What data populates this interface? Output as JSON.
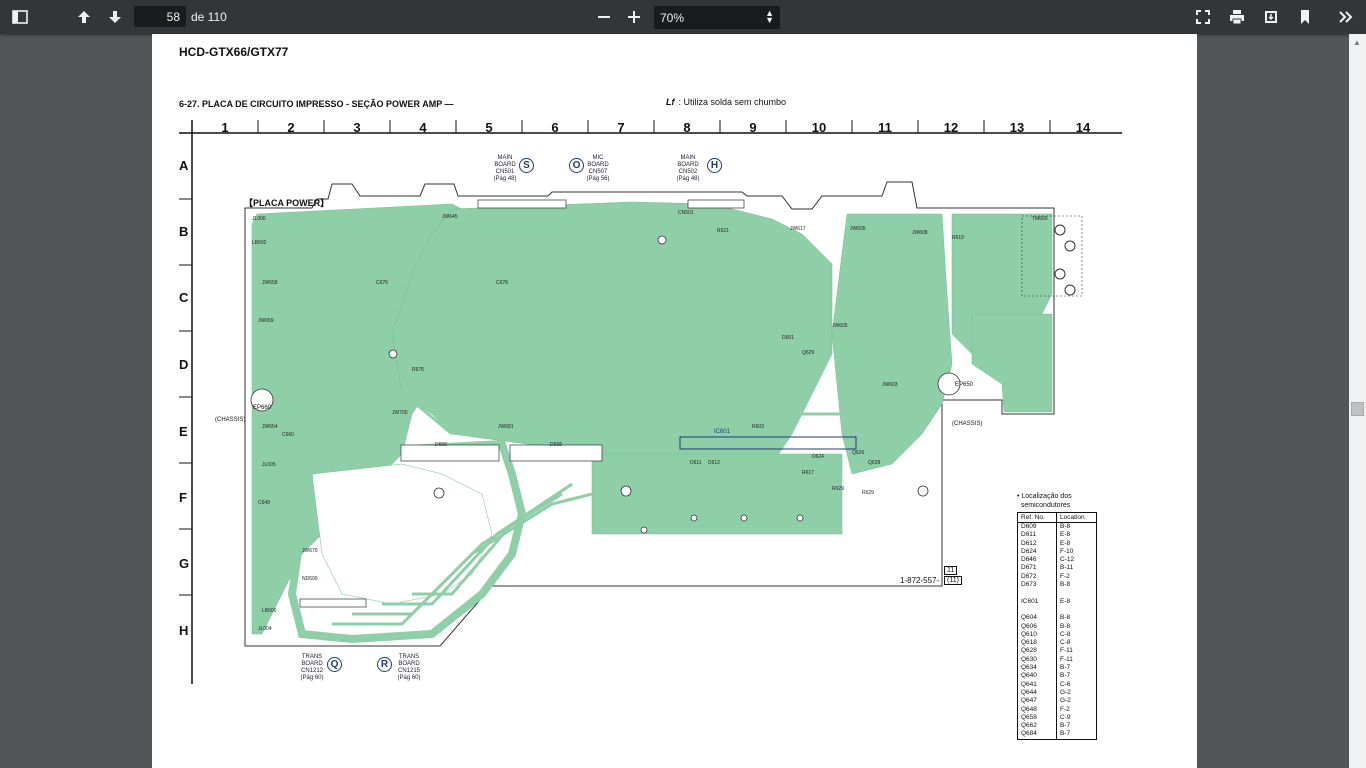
{
  "toolbar": {
    "page_number": "58",
    "page_total": "de 110",
    "zoom": "70%",
    "icons": [
      "sidebar-toggle-icon",
      "previous-page-icon",
      "next-page-icon",
      "zoom-out-icon",
      "zoom-in-icon",
      "fit-page-icon",
      "print-icon",
      "download-icon",
      "bookmark-icon",
      "more-tools-icon"
    ]
  },
  "document": {
    "model": "HCD-GTX66/GTX77",
    "section_title": "6-27. PLACA DE CIRCUITO IMPRESSO - SEÇÃO POWER AMP —",
    "lead_free_symbol": "Lf",
    "lead_free_note": ": Utiliza solda sem chumbo",
    "columns": [
      "1",
      "2",
      "3",
      "4",
      "5",
      "6",
      "7",
      "8",
      "9",
      "10",
      "11",
      "12",
      "13",
      "14"
    ],
    "rows": [
      "A",
      "B",
      "C",
      "D",
      "E",
      "F",
      "G",
      "H"
    ],
    "board_label": "【PLACA POWER】",
    "connectors": [
      {
        "letter": "S",
        "label": "MAIN\nBOARD\nCN501\n(Pág 48)"
      },
      {
        "letter": "O",
        "label": "MIC\nBOARD\nCN507\n(Pág 56)"
      },
      {
        "letter": "H",
        "label": "MAIN\nBOARD\nCN502\n(Pág 48)"
      },
      {
        "letter": "Q",
        "label": "TRANS\nBOARD\nCN1212\n(Pág 60)"
      },
      {
        "letter": "R",
        "label": "TRANS\nBOARD\nCN1215\n(Pág 60)"
      }
    ],
    "chassis_label": "(CHASSIS)",
    "ep_left": "EP660",
    "ep_right": "EP650",
    "ic_label": "IC601",
    "part_number": "1-872-557-",
    "part_suffix_top": "11",
    "part_suffix_bottom": "(11)",
    "location_title": "• Localização dos\n  semicondutores",
    "location_headers": [
      "Ref. No.",
      "Location"
    ],
    "location_rows": [
      [
        "D609",
        "B-8"
      ],
      [
        "D611",
        "E-8"
      ],
      [
        "D612",
        "E-8"
      ],
      [
        "D624",
        "F-10"
      ],
      [
        "D646",
        "C-12"
      ],
      [
        "D671",
        "B-11"
      ],
      [
        "D672",
        "F-2"
      ],
      [
        "D673",
        "B-8"
      ],
      [
        "",
        ""
      ],
      [
        "IC601",
        "E-8"
      ],
      [
        "",
        ""
      ],
      [
        "Q604",
        "B-8"
      ],
      [
        "Q606",
        "B-8"
      ],
      [
        "Q610",
        "C-8"
      ],
      [
        "Q618",
        "C-8"
      ],
      [
        "Q628",
        "F-11"
      ],
      [
        "Q630",
        "F-11"
      ],
      [
        "Q634",
        "B-7"
      ],
      [
        "Q640",
        "B-7"
      ],
      [
        "Q641",
        "C-6"
      ],
      [
        "Q644",
        "G-2"
      ],
      [
        "Q647",
        "G-2"
      ],
      [
        "Q648",
        "F-2"
      ],
      [
        "Q658",
        "C-9"
      ],
      [
        "Q662",
        "B-7"
      ],
      [
        "Q684",
        "B-7"
      ]
    ]
  }
}
